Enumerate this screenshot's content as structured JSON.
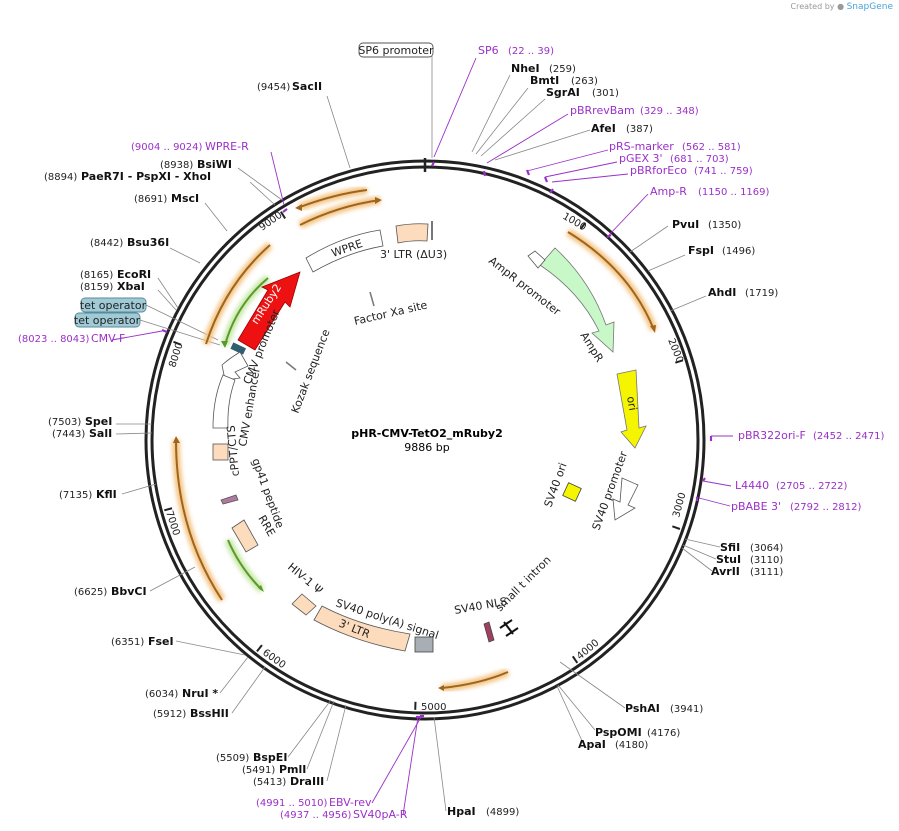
{
  "branding": {
    "created_by": "Created by",
    "product": "SnapGene"
  },
  "plasmid": {
    "name": "pHR-CMV-TetO2_mRuby2",
    "size": "9886 bp",
    "length": 9886
  },
  "ticks": [
    "1000",
    "2000",
    "3000",
    "4000",
    "5000",
    "6000",
    "7000",
    "8000",
    "9000"
  ],
  "enzymes": [
    {
      "name": "SacII",
      "pos": "(9454)"
    },
    {
      "name": "NheI",
      "pos": "(259)"
    },
    {
      "name": "BmtI",
      "pos": "(263)"
    },
    {
      "name": "SgrAI",
      "pos": "(301)"
    },
    {
      "name": "AfeI",
      "pos": "(387)"
    },
    {
      "name": "BsiWI",
      "pos": "(8938)"
    },
    {
      "name": "PaeR7I - PspXI - XhoI",
      "pos": "(8894)"
    },
    {
      "name": "MscI",
      "pos": "(8691)"
    },
    {
      "name": "Bsu36I",
      "pos": "(8442)"
    },
    {
      "name": "EcoRI",
      "pos": "(8165)"
    },
    {
      "name": "XbaI",
      "pos": "(8159)"
    },
    {
      "name": "PvuI",
      "pos": "(1350)"
    },
    {
      "name": "FspI",
      "pos": "(1496)"
    },
    {
      "name": "AhdI",
      "pos": "(1719)"
    },
    {
      "name": "SpeI",
      "pos": "(7503)"
    },
    {
      "name": "SalI",
      "pos": "(7443)"
    },
    {
      "name": "KflI",
      "pos": "(7135)"
    },
    {
      "name": "SfiI",
      "pos": "(3064)"
    },
    {
      "name": "StuI",
      "pos": "(3110)"
    },
    {
      "name": "AvrII",
      "pos": "(3111)"
    },
    {
      "name": "BbvCI",
      "pos": "(6625)"
    },
    {
      "name": "FseI",
      "pos": "(6351)"
    },
    {
      "name": "NruI *",
      "pos": "(6034)"
    },
    {
      "name": "BssHII",
      "pos": "(5912)"
    },
    {
      "name": "PshAI",
      "pos": "(3941)"
    },
    {
      "name": "PspOMI",
      "pos": "(4176)"
    },
    {
      "name": "ApaI",
      "pos": "(4180)"
    },
    {
      "name": "BspEI",
      "pos": "(5509)"
    },
    {
      "name": "PmlI",
      "pos": "(5491)"
    },
    {
      "name": "DraIII",
      "pos": "(5413)"
    },
    {
      "name": "HpaI",
      "pos": "(4899)"
    }
  ],
  "primers": [
    {
      "name": "SP6",
      "range": "(22 .. 39)"
    },
    {
      "name": "pBRrevBam",
      "range": "(329 .. 348)"
    },
    {
      "name": "WPRE-R",
      "range": "(9004 .. 9024)"
    },
    {
      "name": "pRS-marker",
      "range": "(562 .. 581)"
    },
    {
      "name": "pGEX 3'",
      "range": "(681 .. 703)"
    },
    {
      "name": "pBRforEco",
      "range": "(741 .. 759)"
    },
    {
      "name": "Amp-R",
      "range": "(1150 .. 1169)"
    },
    {
      "name": "CMV-F",
      "range": "(8023 .. 8043)"
    },
    {
      "name": "pBR322ori-F",
      "range": "(2452 .. 2471)"
    },
    {
      "name": "L4440",
      "range": "(2705 .. 2722)"
    },
    {
      "name": "pBABE 3'",
      "range": "(2792 .. 2812)"
    },
    {
      "name": "EBV-rev",
      "range": "(4991 .. 5010)"
    },
    {
      "name": "SV40pA-R",
      "range": "(4937 .. 4956)"
    }
  ],
  "boxed_labels": {
    "sp6_promoter": "SP6 promoter",
    "tet_operator_1": "tet operator",
    "tet_operator_2": "tet operator"
  },
  "features": {
    "ltr_du3": "3' LTR (ΔU3)",
    "wpre": "WPRE",
    "mruby2": "mRuby2",
    "factor_xa": "Factor Xa site",
    "cmv_promoter": "CMV promoter",
    "kozak": "Kozak sequence",
    "cmv_enhancer": "CMV enhancer",
    "cppt": "cPPT/CTS",
    "gp41": "gp41 peptide",
    "rre": "RRE",
    "hiv_psi": "HIV-1 Ψ",
    "sv40_polya": "SV40 poly(A) signal",
    "ltr3": "3' LTR",
    "sv40_nls": "SV40 NLS",
    "small_t": "small t intron",
    "sv40_ori": "SV40 ori",
    "sv40_promoter": "SV40 promoter",
    "ori": "ori",
    "ampr": "AmpR",
    "ampr_promoter": "AmpR promoter"
  },
  "colors": {
    "backbone": "#222222",
    "primer": "#9b30c8",
    "mruby2": "#ee1111",
    "ori": "#f5f500",
    "ampr": "#c8f7c8",
    "ltr": "#fcdcbc",
    "orange_orf": "#e8a020",
    "green_orf": "#7ab648",
    "operator": "#9fcad6"
  }
}
